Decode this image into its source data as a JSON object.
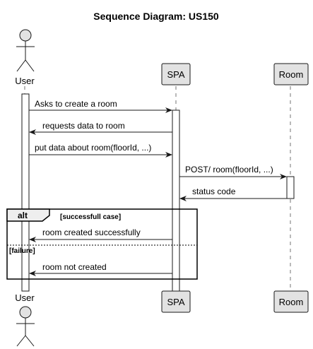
{
  "title": "Sequence Diagram: US150",
  "participants": {
    "user": "User",
    "spa": "SPA",
    "room": "Room"
  },
  "messages": [
    "Asks to create a room",
    "requests data to room",
    "put data about room(floorId, ...)",
    "POST/ room(floorId, ...)",
    "status code",
    "room created successfully",
    "room not created"
  ],
  "fragment": {
    "keyword": "alt",
    "guard_1": "[successfull case]",
    "guard_2": "[failure]"
  },
  "colors": {
    "participant_fill": "#e2e2e2",
    "actor_fill": "#e2e2e2",
    "stroke": "#181818",
    "lifeline": "#181818",
    "activation_fill": "#ffffff"
  }
}
